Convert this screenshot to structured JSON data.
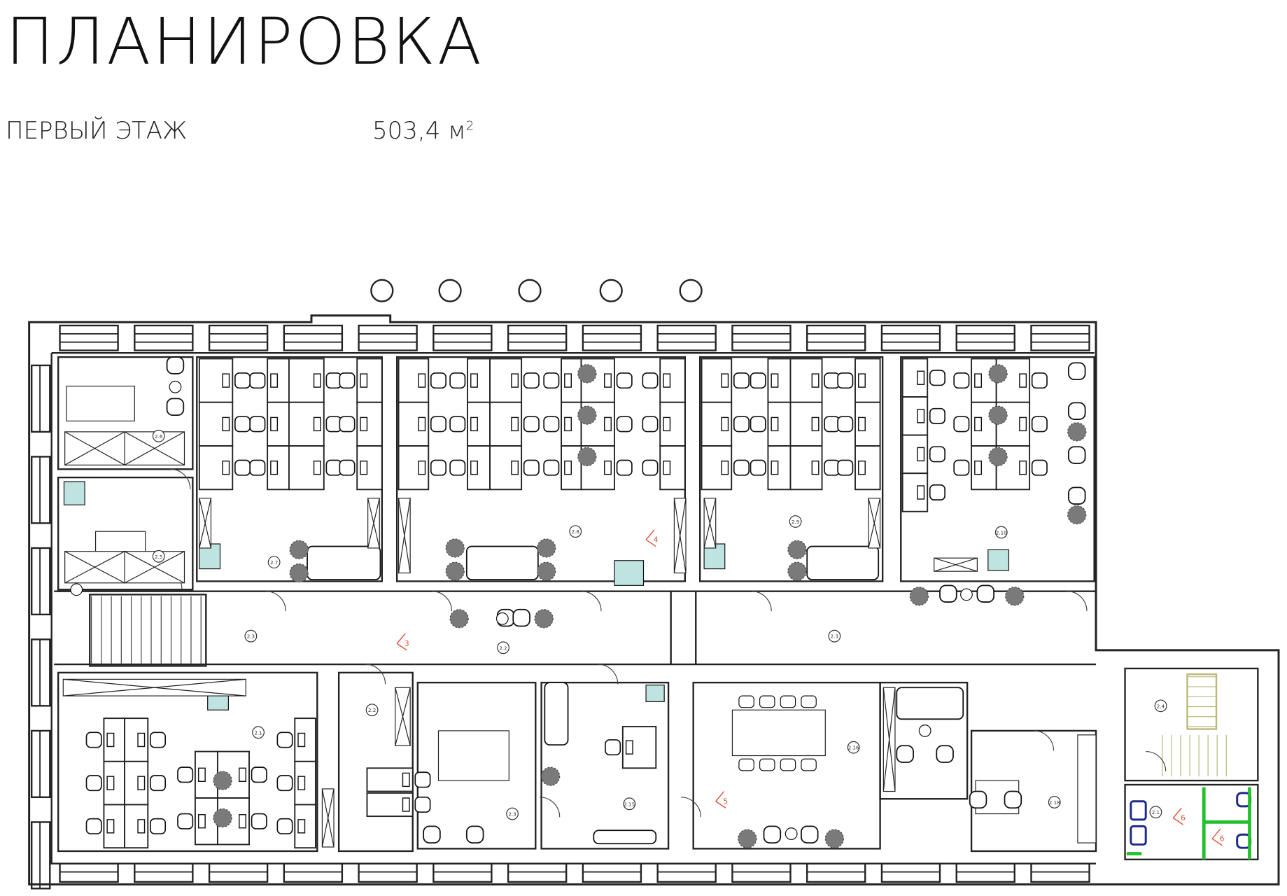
{
  "header": {
    "title": "ПЛАНИРОВКА",
    "floor": "ПЕРВЫЙ ЭТАЖ",
    "area_value": "503,4 м",
    "area_sup": "2"
  },
  "plan": {
    "rooms": [
      {
        "id": "2.6"
      },
      {
        "id": "2.5"
      },
      {
        "id": "2.7"
      },
      {
        "id": "2.8"
      },
      {
        "id": "2.9"
      },
      {
        "id": "2.10"
      },
      {
        "id": "2.3"
      },
      {
        "id": "2.2"
      },
      {
        "id": "2.3"
      },
      {
        "id": "2.1"
      },
      {
        "id": "2.2"
      },
      {
        "id": "2.3"
      },
      {
        "id": "2.15"
      },
      {
        "id": "2.16"
      },
      {
        "id": "2.18"
      },
      {
        "id": "2.4"
      },
      {
        "id": "2.1"
      }
    ],
    "markers": [
      "4",
      "3",
      "5",
      "6",
      "6"
    ],
    "colors": {
      "wall": "#222222",
      "accent_fixture": "#bfe3e0",
      "plant": "#7a7a7a",
      "marker": "#e0553a",
      "wc_partition": "#22c02a",
      "sanitary": "#1c2a8a",
      "stairs": "#b8b878"
    }
  }
}
